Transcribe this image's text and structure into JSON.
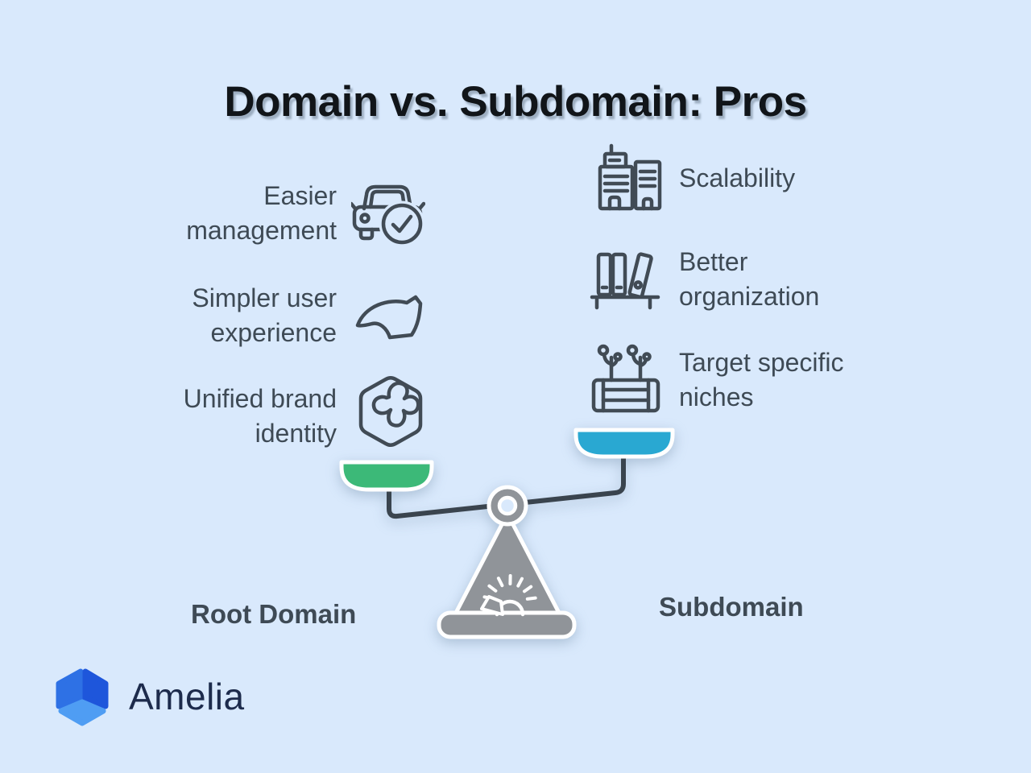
{
  "title": "Domain vs. Subdomain: Pros",
  "left_side": {
    "label": "Root Domain",
    "pan_color": "#3cb978",
    "items": [
      {
        "text": "Easier\nmanagement",
        "icon": "car-check-icon"
      },
      {
        "text": "Simpler user\nexperience",
        "icon": "curved-arrow-icon"
      },
      {
        "text": "Unified brand\nidentity",
        "icon": "brand-splash-icon"
      }
    ]
  },
  "right_side": {
    "label": "Subdomain",
    "pan_color": "#29a8d2",
    "items": [
      {
        "text": "Scalability",
        "icon": "buildings-icon"
      },
      {
        "text": "Better\norganization",
        "icon": "books-shelf-icon"
      },
      {
        "text": "Target specific\nniches",
        "icon": "planter-sprouts-icon"
      }
    ]
  },
  "brand": {
    "name": "Amelia"
  },
  "colors": {
    "background": "#d9e9fc",
    "body_text": "#3e4a55",
    "title_text": "#111519",
    "icon_stroke": "#414b55",
    "scale_gray": "#909499",
    "beam_dark": "#3a444e",
    "left_pan": "#3cb978",
    "right_pan": "#29a8d2",
    "logo_text": "#1d2b4c",
    "logo_blue_left": "#2e71e5",
    "logo_blue_right": "#1e56db",
    "logo_blue_bottom": "#4f9df3"
  }
}
